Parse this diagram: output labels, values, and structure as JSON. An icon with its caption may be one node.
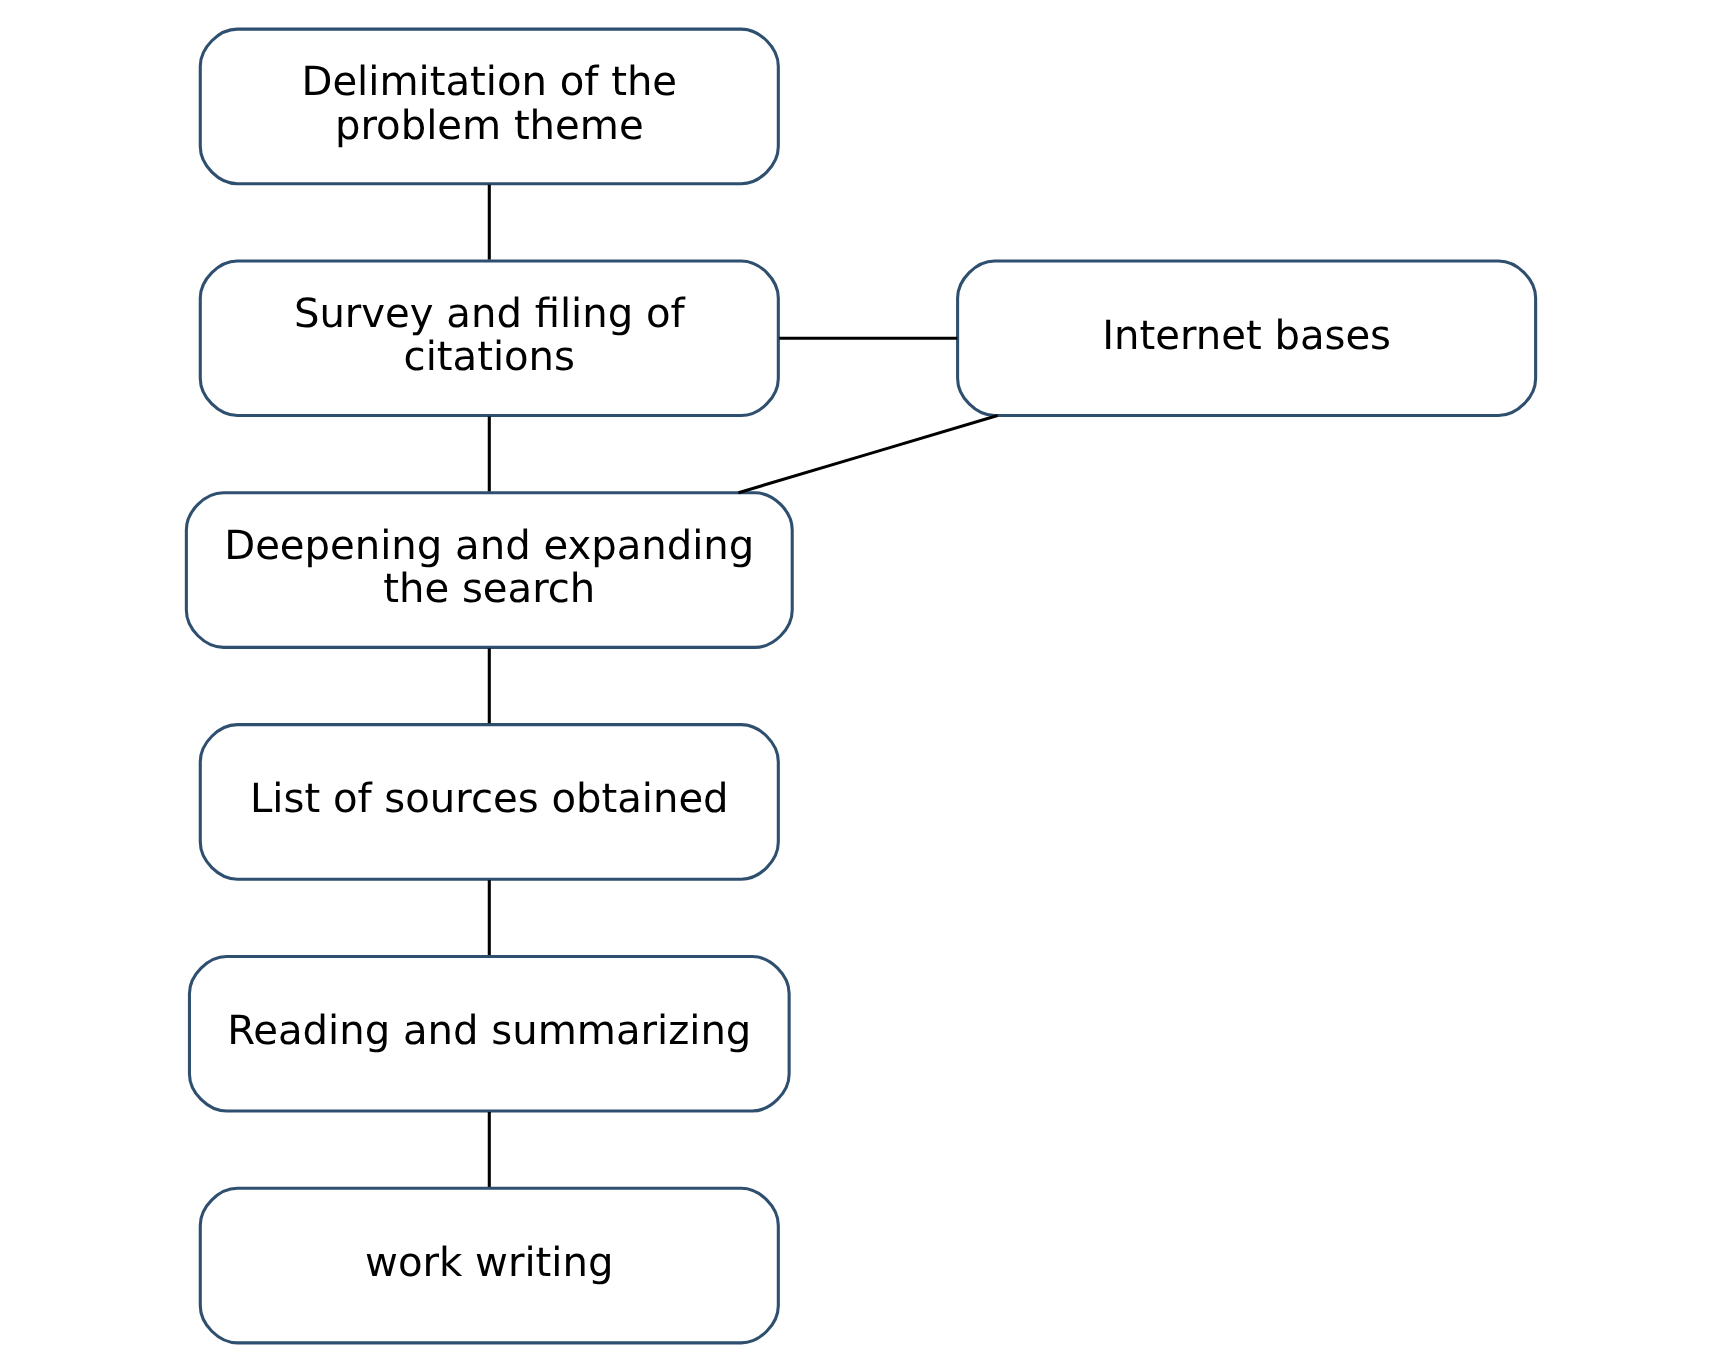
{
  "diagram": {
    "nodes": [
      {
        "text": [
          "Delimitation of the problem theme"
        ]
      },
      {
        "text": [
          "Survey and filing of citations"
        ]
      },
      {
        "text": [
          "Deepening and expanding the search"
        ]
      },
      {
        "text": [
          "List of sources obtained"
        ]
      },
      {
        "text": [
          "Reading and summarizing"
        ]
      },
      {
        "text": [
          "work writing"
        ]
      },
      {
        "text": [
          "Internet bases"
        ]
      }
    ],
    "edges": [
      {
        "from": 0,
        "to": 1,
        "arrow": "none"
      },
      {
        "from": 1,
        "to": 2,
        "arrow": "none"
      },
      {
        "from": 2,
        "to": 3,
        "arrow": "none"
      },
      {
        "from": 3,
        "to": 4,
        "arrow": "none"
      },
      {
        "from": 4,
        "to": 5,
        "arrow": "none"
      },
      {
        "from": 1,
        "to": 6,
        "arrow": "none"
      },
      {
        "from": 2,
        "to": 6,
        "arrow": "none"
      }
    ]
  }
}
